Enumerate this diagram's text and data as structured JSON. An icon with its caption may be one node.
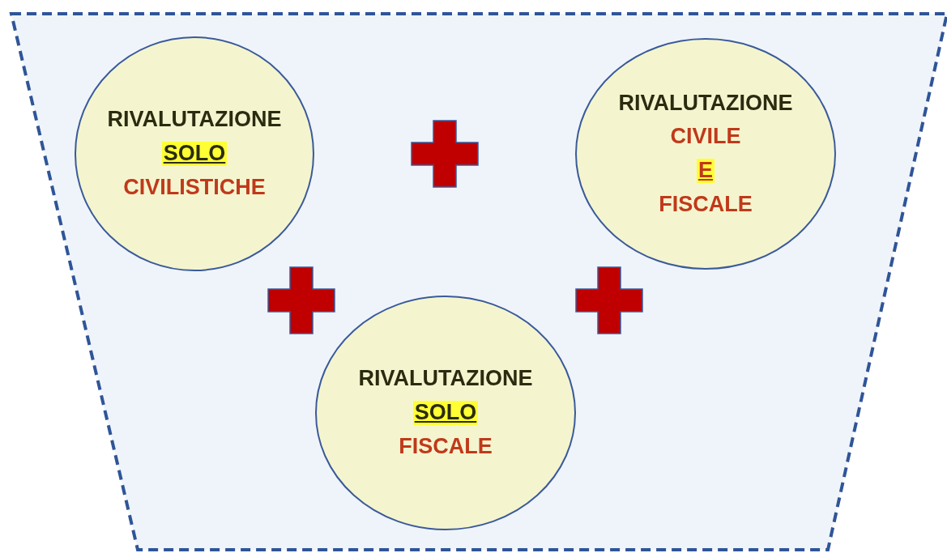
{
  "diagram": {
    "nodes": [
      {
        "text": [],
        "shape": "trapezoid"
      },
      {
        "text": [
          "RIVALUTAZIONE",
          "SOLO",
          "CIVILISTICHE"
        ],
        "in": 0
      },
      {
        "text": [
          "RIVALUTAZIONE",
          "CIVILE",
          "E",
          "FISCALE"
        ],
        "in": 0
      },
      {
        "text": [
          "RIVALUTAZIONE",
          "SOLO",
          "FISCALE"
        ],
        "in": 0
      }
    ]
  }
}
